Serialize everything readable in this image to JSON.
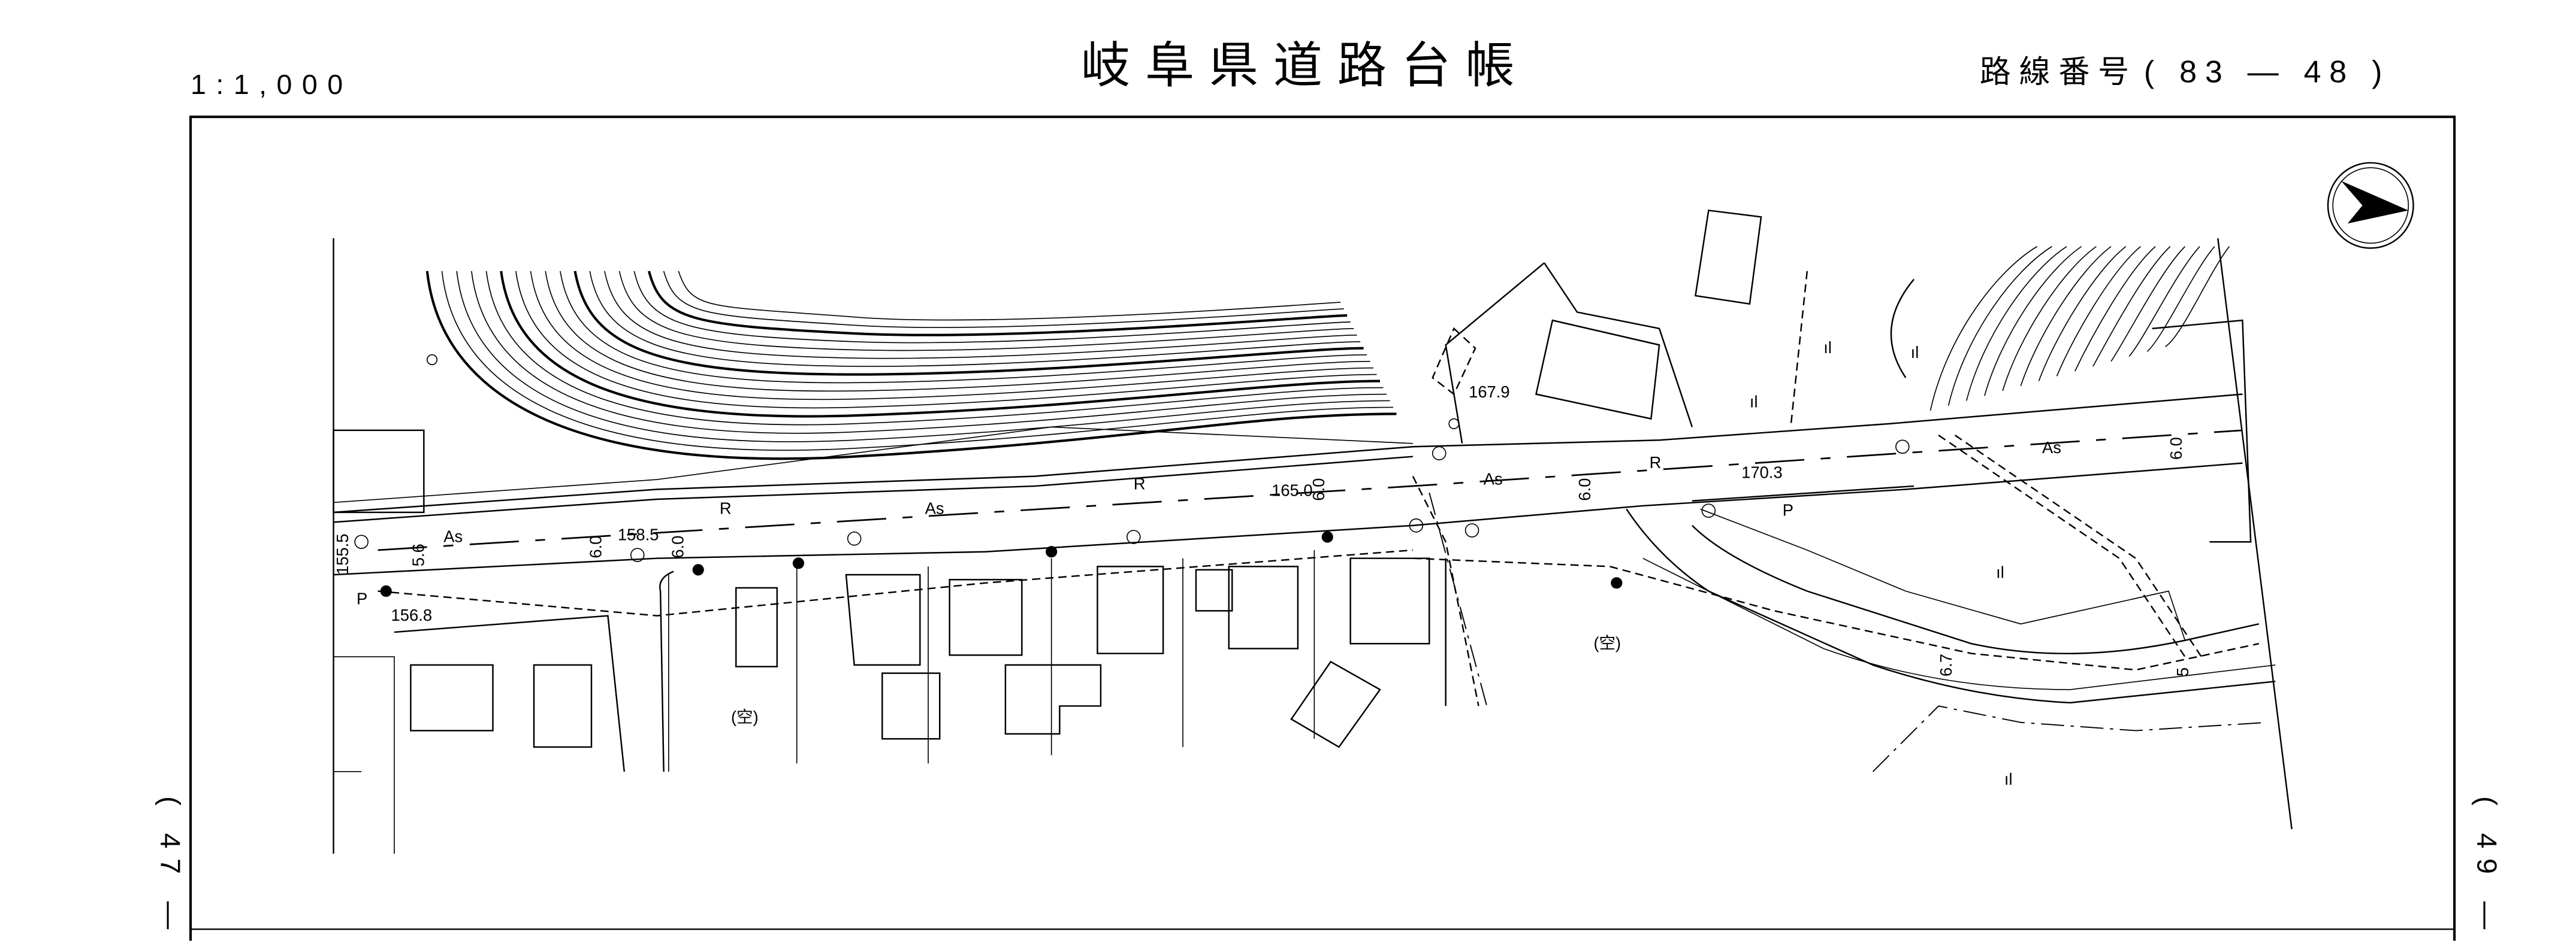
{
  "header": {
    "scale": "1:1,000",
    "title": "岐阜県道路台帳",
    "route_label": "路線番号",
    "route_number": "( 83 — 48 )"
  },
  "side": {
    "left_sheet": "( 47 —",
    "right_sheet": "( 49 —"
  },
  "map": {
    "labels": [
      "As",
      "As",
      "As",
      "As",
      "R",
      "R",
      "R",
      "158.5",
      "165.0",
      "167.9",
      "170.3",
      "156.8",
      "155.5",
      "6.0",
      "6.0",
      "6.0",
      "6.0",
      "6.0",
      "5.6",
      "6.7",
      "5",
      "P",
      "P",
      "(空)",
      "(空)"
    ]
  },
  "icons": {
    "north_arrow": "north-arrow-icon"
  }
}
